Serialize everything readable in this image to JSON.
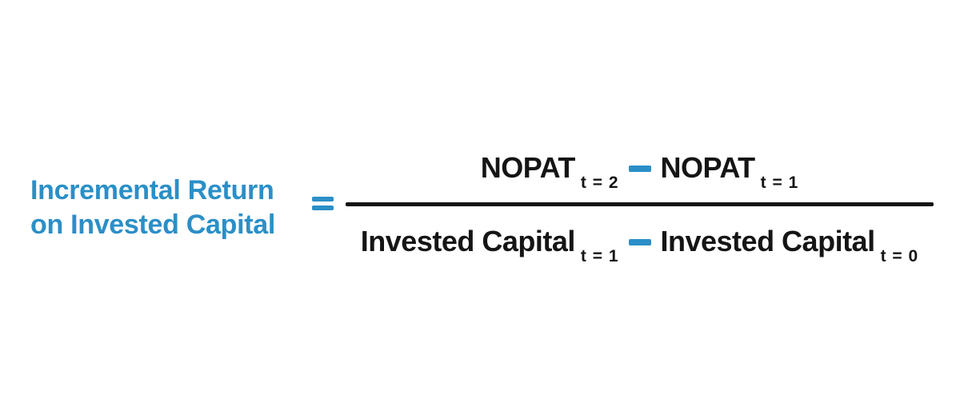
{
  "colors": {
    "accent_blue": "#2B8FC7",
    "text_black": "#151515",
    "fraction_bar": "#141414",
    "background": "#FFFFFF"
  },
  "label": {
    "line1": "Incremental Return",
    "line2": "on Invested Capital"
  },
  "equation": {
    "equals": "=",
    "numerator": {
      "term1": {
        "text": "NOPAT",
        "subscript": "t = 2"
      },
      "operator": "−",
      "term2": {
        "text": "NOPAT",
        "subscript": "t = 1"
      }
    },
    "denominator": {
      "term1": {
        "text": "Invested Capital",
        "subscript": "t = 1"
      },
      "operator": "−",
      "term2": {
        "text": "Invested Capital",
        "subscript": "t = 0"
      }
    }
  }
}
